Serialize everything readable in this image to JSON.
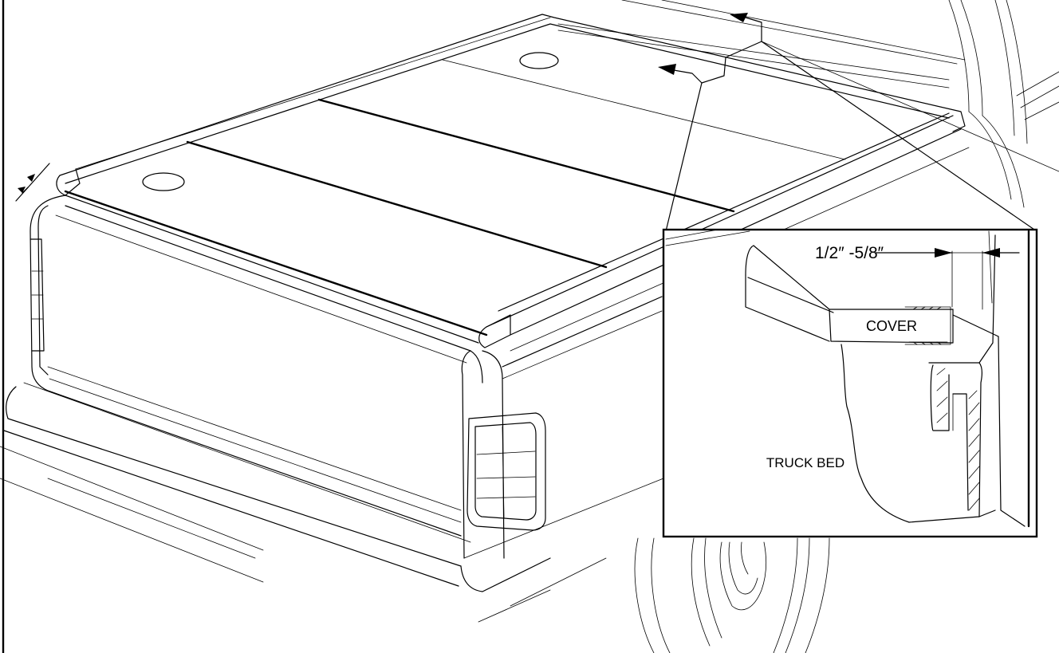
{
  "diagram": {
    "labels": {
      "measurement": "1/2″ -5/8″",
      "cover": "COVER",
      "truck_bed": "TRUCK BED"
    },
    "colors": {
      "line": "#000000",
      "background": "#ffffff"
    }
  }
}
